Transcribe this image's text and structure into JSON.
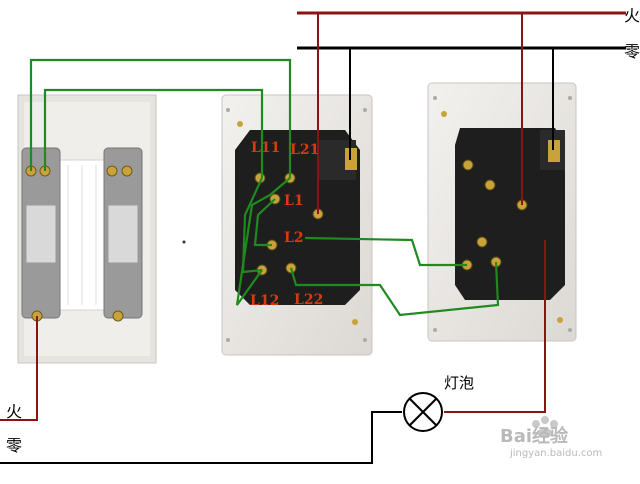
{
  "rails": {
    "top_live": "火",
    "top_neutral": "零",
    "bottom_live": "火",
    "bottom_neutral": "零"
  },
  "switch_terminals": {
    "l11": "L11",
    "l21": "L21",
    "l1": "L1",
    "l2": "L2",
    "l12": "L12",
    "l22": "L22"
  },
  "lamp_label": "灯泡",
  "watermark": {
    "brand": "Bai经验",
    "url": "jingyan.baidu.com"
  },
  "colors": {
    "live_wire": "#8b1313",
    "neutral_wire": "#000000",
    "switch_wire": "#1f8a1f",
    "terminal_text": "#d83a10"
  }
}
